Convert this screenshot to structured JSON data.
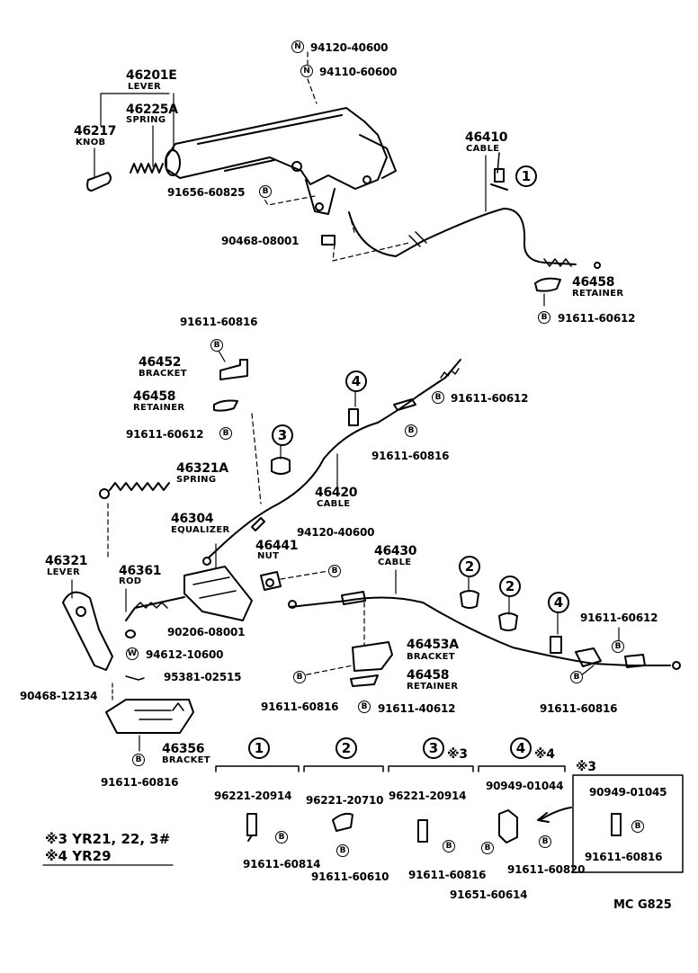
{
  "marks": {
    "n": "N",
    "b": "B",
    "w": "W"
  },
  "parts": {
    "p94120_40600_top": "94120-40600",
    "p94110_60600": "94110-60600",
    "p46201E": "46201E",
    "lever1": "LEVER",
    "p46225A": "46225A",
    "spring1": "SPRING",
    "p46217": "46217",
    "knob": "KNOB",
    "p91656_60825": "91656-60825",
    "p90468_08001": "90468-08001",
    "p46410": "46410",
    "cable1": "CABLE",
    "c1": "1",
    "p46458_a": "46458",
    "retainer_a": "RETAINER",
    "p91611_60612_a": "91611-60612",
    "p91611_60816_a": "91611-60816",
    "p46452": "46452",
    "bracket_a": "BRACKET",
    "p46458_b": "46458",
    "retainer_b": "RETAINER",
    "p91611_60612_b": "91611-60612",
    "c4_a": "4",
    "p91611_60612_c": "91611-60612",
    "c3_a": "3",
    "p91611_60816_b": "91611-60816",
    "p46420": "46420",
    "cable2": "CABLE",
    "p46321A": "46321A",
    "spring2": "SPRING",
    "p46304": "46304",
    "equalizer": "EQUALIZER",
    "p94120_40600_mid": "94120-40600",
    "p46441": "46441",
    "nut": "NUT",
    "p46430": "46430",
    "cable3": "CABLE",
    "p46321": "46321",
    "lever2": "LEVER",
    "p46361": "46361",
    "rod": "ROD",
    "p90206_08001": "90206-08001",
    "p94612_10600": "94612-10600",
    "p95381_02515": "95381-02515",
    "p90468_12134": "90468-12134",
    "p46356": "46356",
    "bracket_c": "BRACKET",
    "p91611_60816_c": "91611-60816",
    "c2_a": "2",
    "c2_b": "2",
    "c4_b": "4",
    "p91611_60612_d": "91611-60612",
    "p46453A": "46453A",
    "bracket_b": "BRACKET",
    "p46458_c": "46458",
    "retainer_c": "RETAINER",
    "p91611_60816_d": "91611-60816",
    "p91611_40612": "91611-40612",
    "p91611_60816_e": "91611-60816"
  },
  "detail": {
    "h1": "1",
    "h2": "2",
    "h3": "3",
    "h3_star": "※3",
    "h4": "4",
    "h4_star": "※4",
    "h5_star": "※3",
    "d1_top": "96221-20914",
    "d1_bot": "91611-60814",
    "d2_top": "96221-20710",
    "d2_bot": "91611-60610",
    "d3_top": "96221-20914",
    "d3_bot": "91611-60816",
    "d4_top": "90949-01044",
    "d4_bot_r": "91611-60820",
    "d4_bot_l": "91651-60614",
    "d5_top": "90949-01045",
    "d5_bot": "91611-60816"
  },
  "notes": {
    "n1": "※3 YR21, 22, 3#",
    "n2": "※4 YR29"
  },
  "code": "MC  G825"
}
